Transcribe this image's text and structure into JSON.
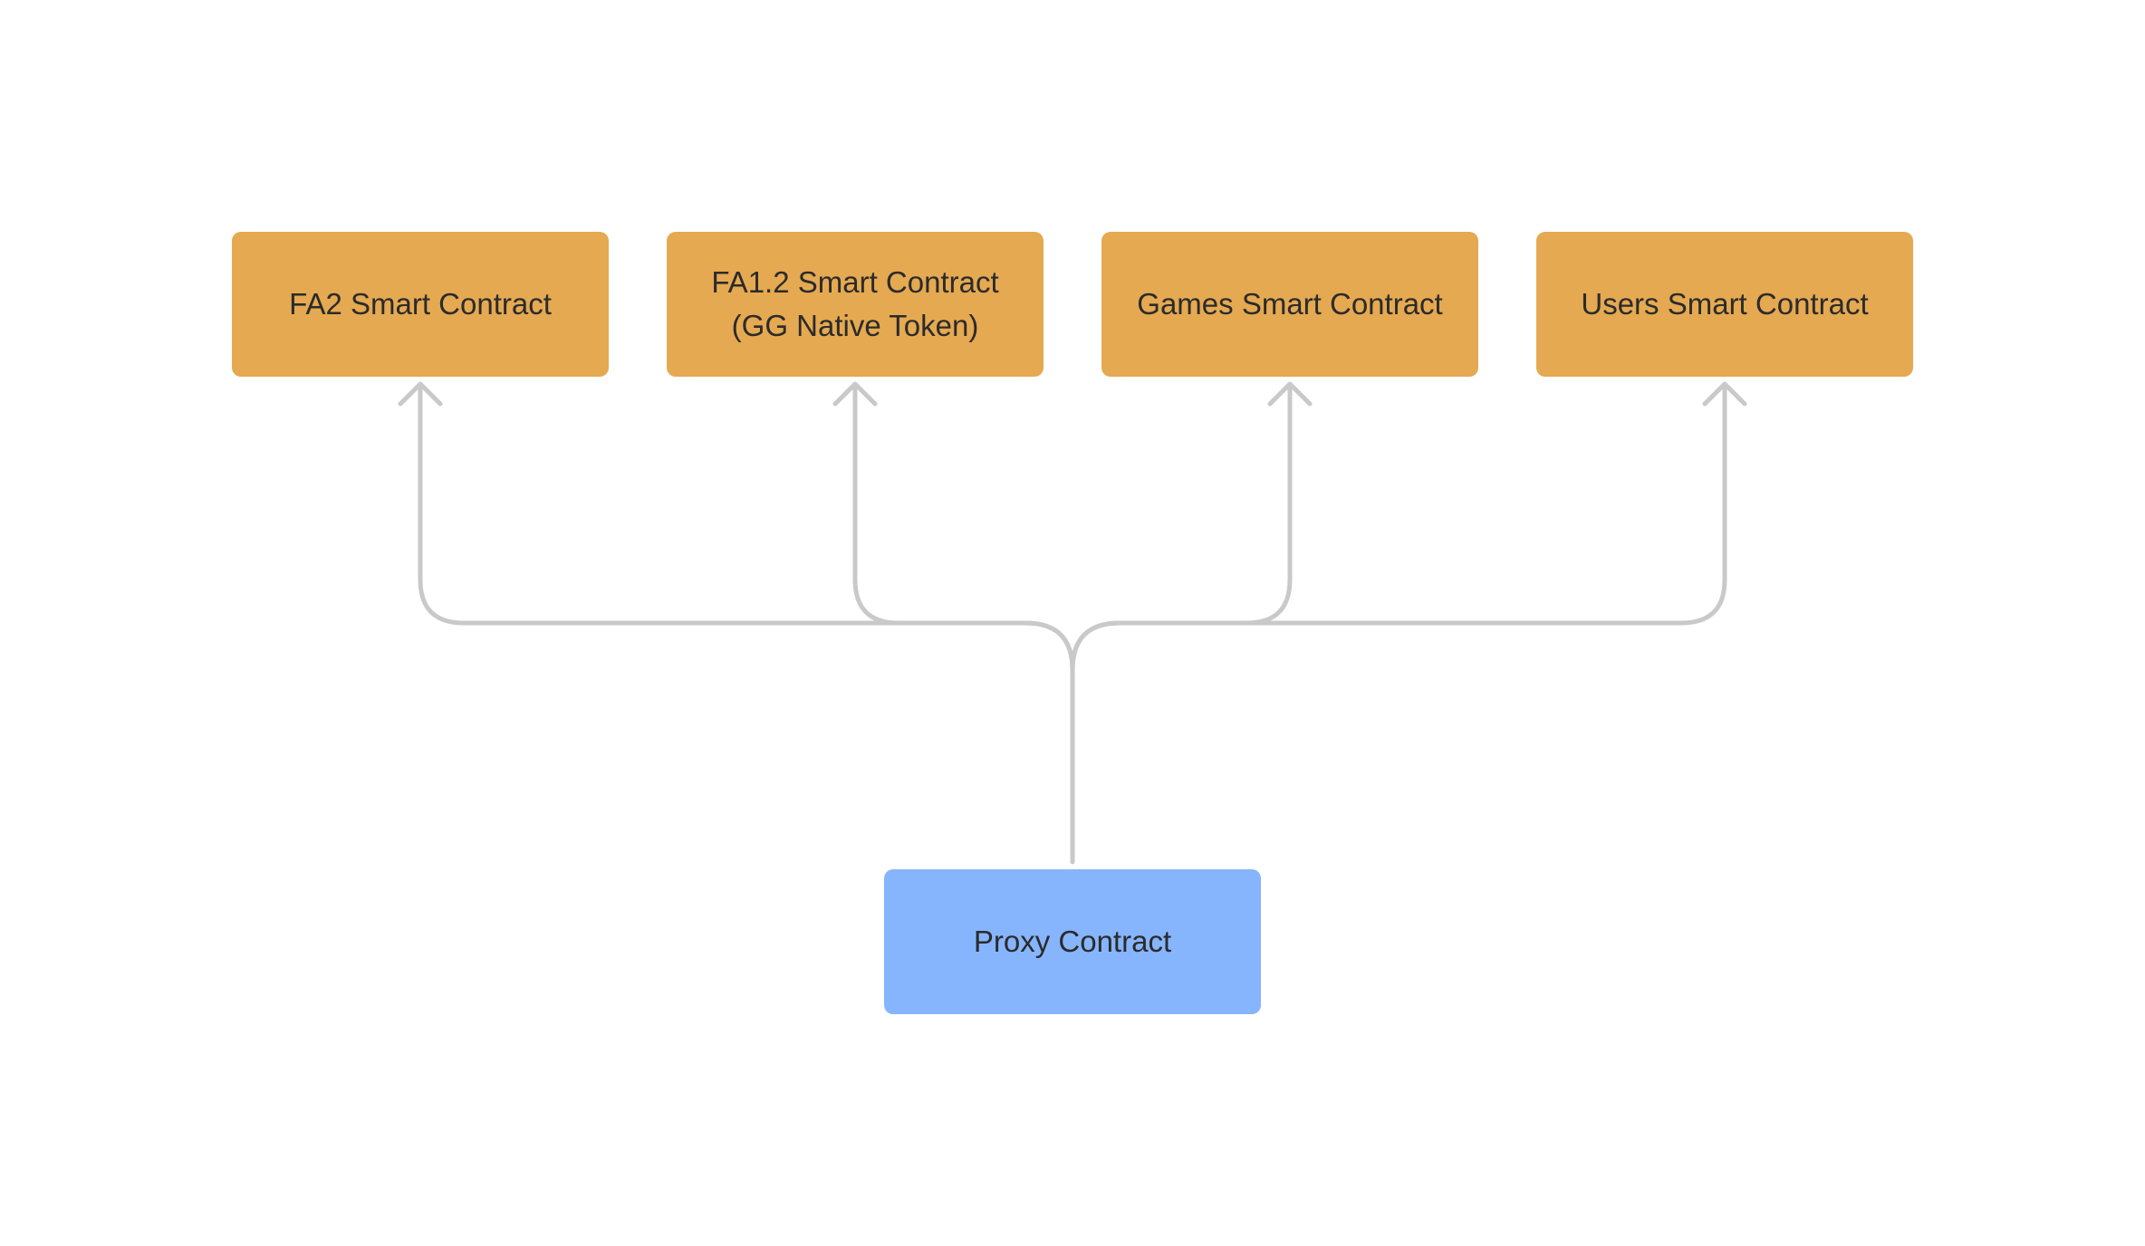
{
  "colors": {
    "target_fill": "#E5A951",
    "source_fill": "#86B5FD",
    "connector": "#C9C9C9",
    "text": "#2B2B2B"
  },
  "targets": [
    {
      "label": "FA2 Smart Contract"
    },
    {
      "label": "FA1.2 Smart Contract\n(GG Native Token)"
    },
    {
      "label": "Games Smart Contract"
    },
    {
      "label": "Users Smart Contract"
    }
  ],
  "source": {
    "label": "Proxy Contract"
  },
  "edges": [
    {
      "from": "source",
      "to": 0,
      "arrow": "up-arrow-icon"
    },
    {
      "from": "source",
      "to": 1,
      "arrow": "up-arrow-icon"
    },
    {
      "from": "source",
      "to": 2,
      "arrow": "up-arrow-icon"
    },
    {
      "from": "source",
      "to": 3,
      "arrow": "up-arrow-icon"
    }
  ]
}
